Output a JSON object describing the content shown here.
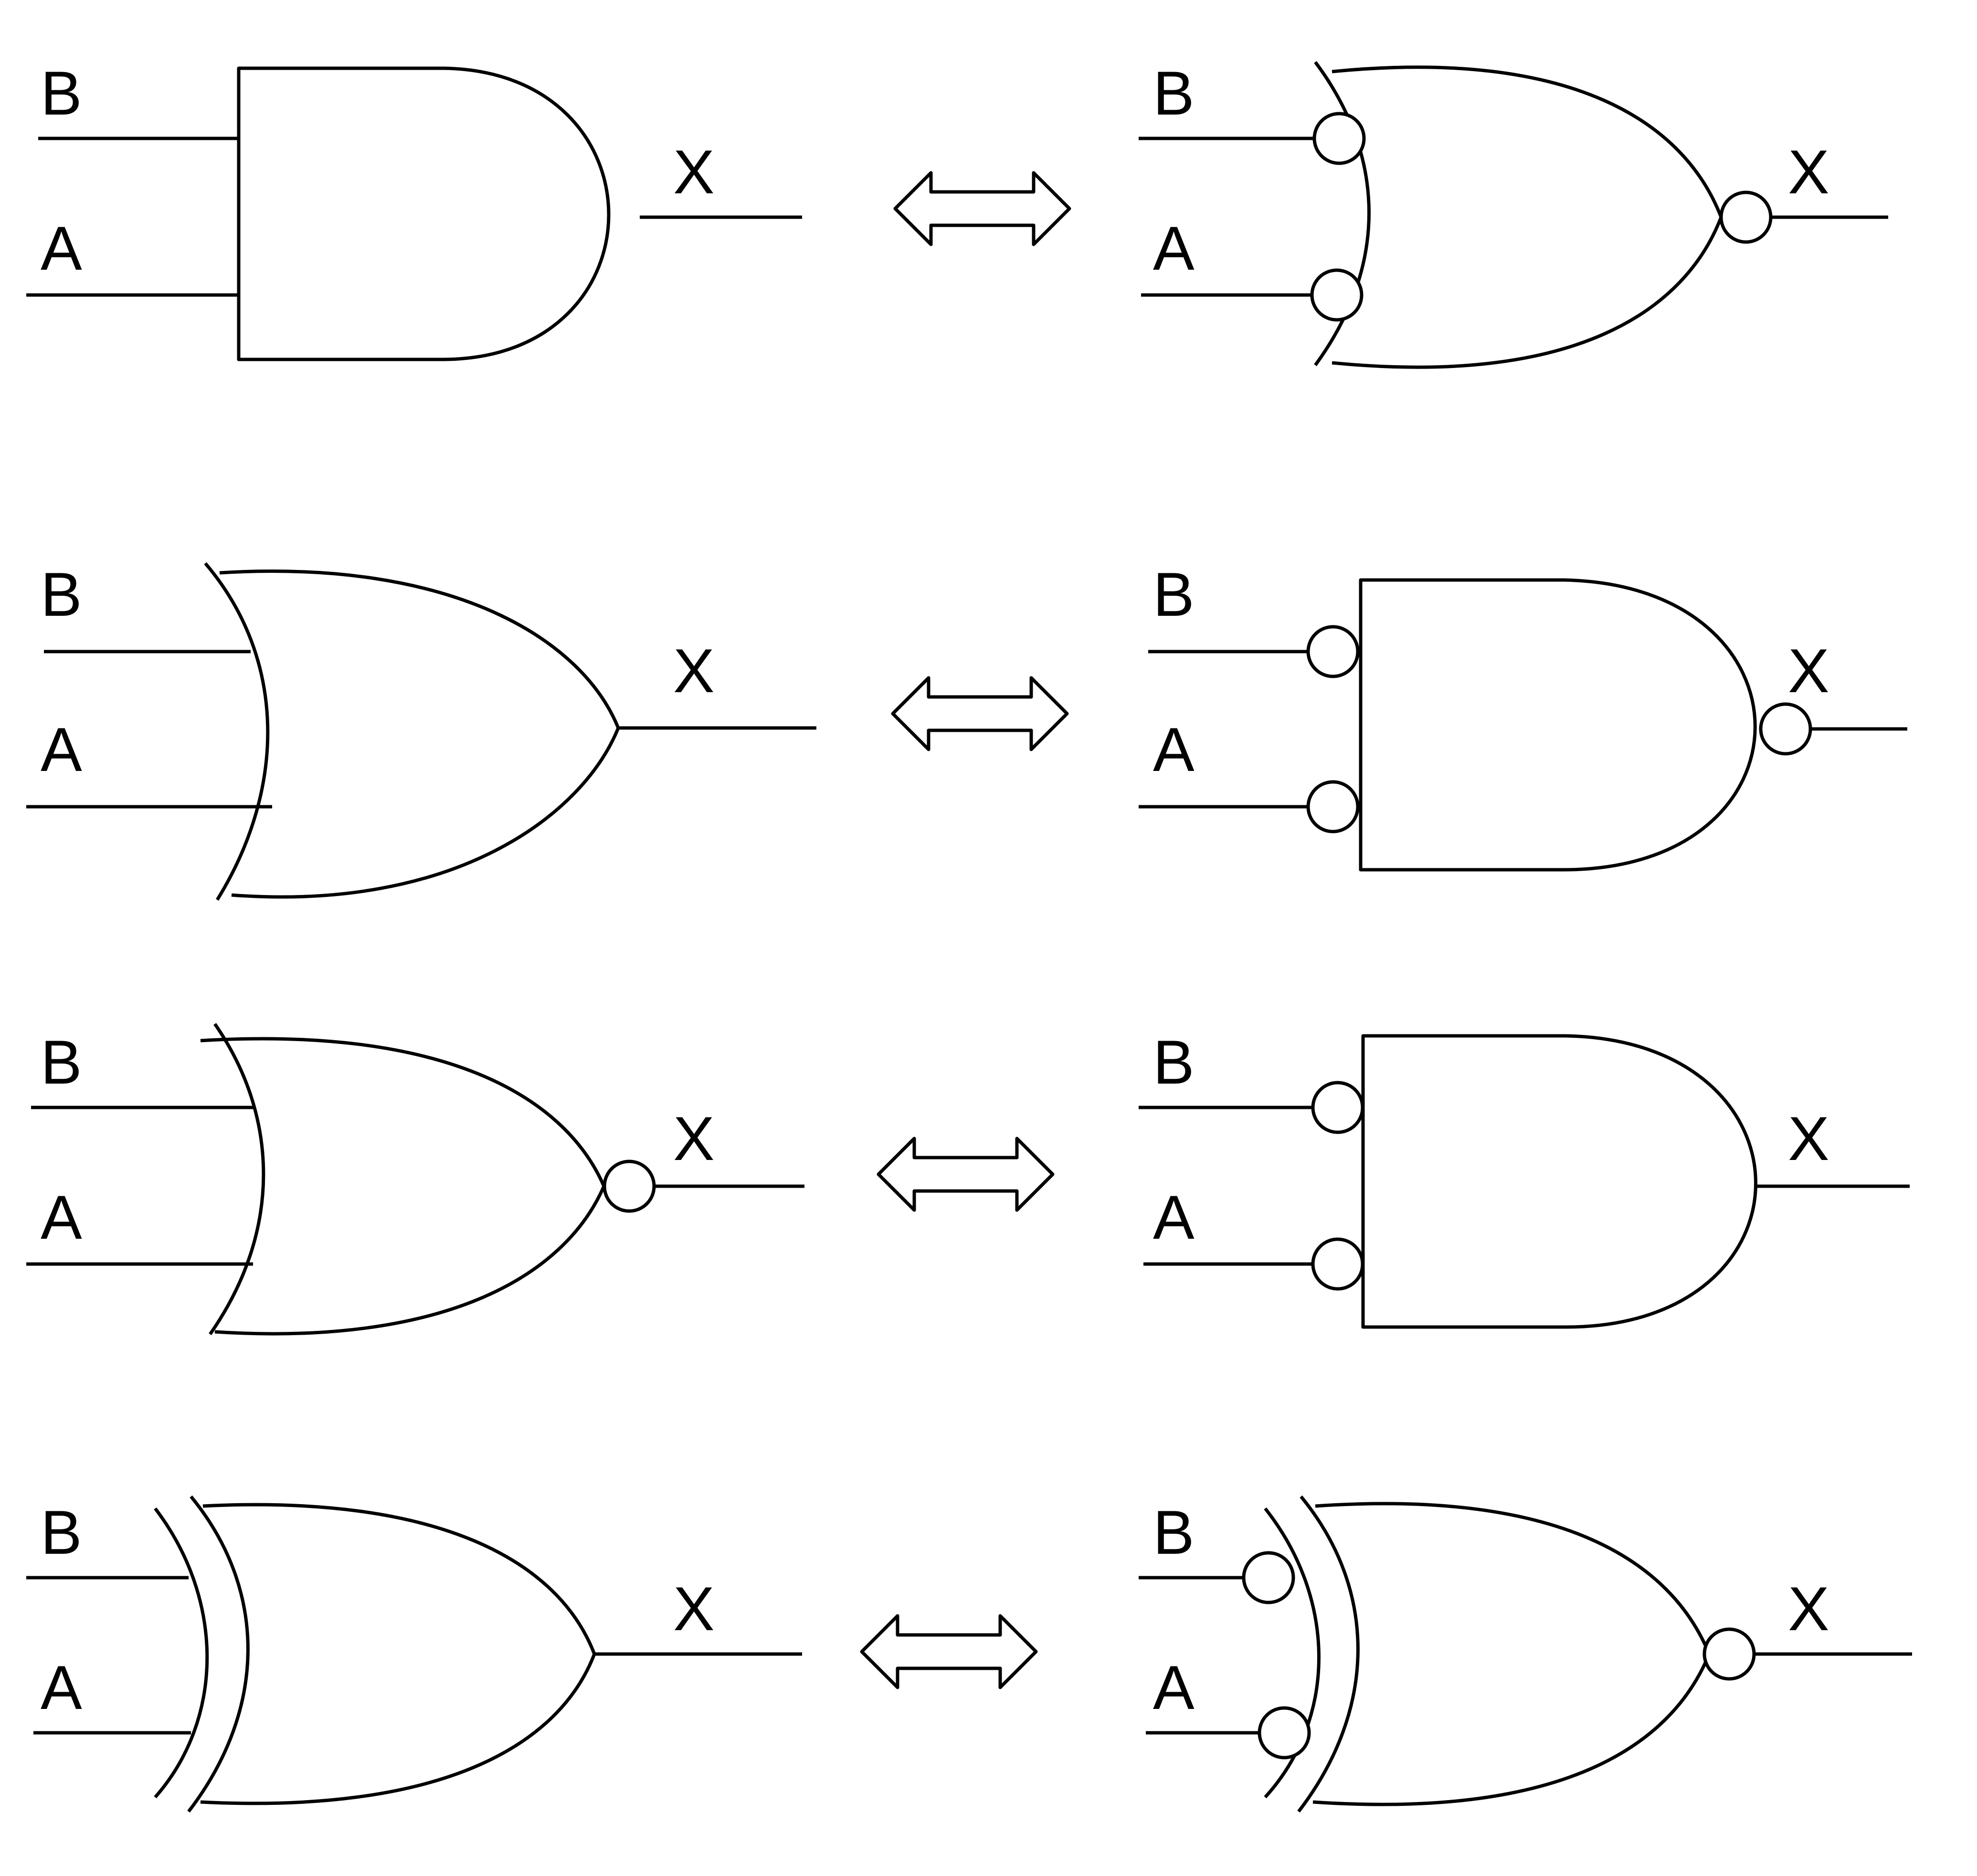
{
  "diagram": {
    "rows": [
      {
        "left": {
          "gate": "AND",
          "input_bubbles": false,
          "output_bubble": false,
          "labels": {
            "input_b": "B",
            "input_a": "A",
            "output": "X"
          }
        },
        "right": {
          "gate": "NOR",
          "input_bubbles": true,
          "output_bubble": true,
          "labels": {
            "input_b": "B",
            "input_a": "A",
            "output": "X"
          }
        }
      },
      {
        "left": {
          "gate": "OR",
          "input_bubbles": false,
          "output_bubble": false,
          "labels": {
            "input_b": "B",
            "input_a": "A",
            "output": "X"
          }
        },
        "right": {
          "gate": "NAND",
          "input_bubbles": true,
          "output_bubble": true,
          "labels": {
            "input_b": "B",
            "input_a": "A",
            "output": "X"
          }
        }
      },
      {
        "left": {
          "gate": "NOR",
          "input_bubbles": false,
          "output_bubble": true,
          "labels": {
            "input_b": "B",
            "input_a": "A",
            "output": "X"
          }
        },
        "right": {
          "gate": "AND",
          "input_bubbles": true,
          "output_bubble": false,
          "labels": {
            "input_b": "B",
            "input_a": "A",
            "output": "X"
          }
        }
      },
      {
        "left": {
          "gate": "XOR",
          "input_bubbles": false,
          "output_bubble": false,
          "labels": {
            "input_b": "B",
            "input_a": "A",
            "output": "X"
          }
        },
        "right": {
          "gate": "XNOR",
          "input_bubbles": true,
          "output_bubble": true,
          "labels": {
            "input_b": "B",
            "input_a": "A",
            "output": "X"
          }
        }
      }
    ],
    "equivalence_symbol": "double-headed-arrow-icon",
    "colors": {
      "stroke": "#000000",
      "background": "#ffffff"
    }
  }
}
